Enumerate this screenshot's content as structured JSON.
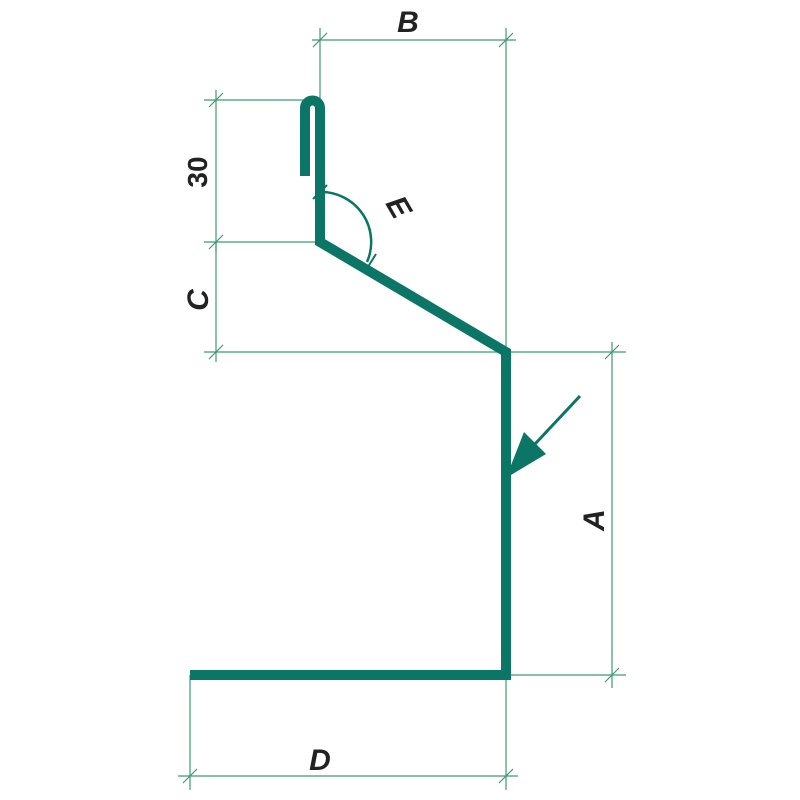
{
  "diagram": {
    "labels": {
      "a": "A",
      "b": "B",
      "c": "C",
      "d": "D",
      "e": "E",
      "dim_30": "30"
    },
    "colors": {
      "profile": "#0b7566",
      "dimension_lines": "#3f9a72",
      "text": "#222222",
      "background": "#ffffff"
    }
  }
}
